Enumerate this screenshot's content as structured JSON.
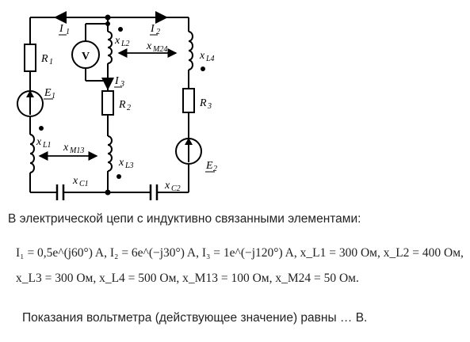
{
  "labels": {
    "I1": "I",
    "I1_sub": "1",
    "I2": "I",
    "I2_sub": "2",
    "I3": "I",
    "I3_sub": "3",
    "R1": "R",
    "R1_sub": "1",
    "R2": "R",
    "R2_sub": "2",
    "R3": "R",
    "R3_sub": "3",
    "E1": "E",
    "E1_sub": "1",
    "E2": "E",
    "E2_sub": "2",
    "xL1": "x",
    "xL1_sub": "L1",
    "xL2": "x",
    "xL2_sub": "L2",
    "xL3": "x",
    "xL3_sub": "L3",
    "xL4": "x",
    "xL4_sub": "L4",
    "xM13": "x",
    "xM13_sub": "M13",
    "xM24": "x",
    "xM24_sub": "M24",
    "xC1": "x",
    "xC1_sub": "C1",
    "xC2": "x",
    "xC2_sub": "C2",
    "voltmeter": "V"
  },
  "text": {
    "intro": "В электрической цепи с индуктивно связанными элементами:",
    "given1": "I₁ = 0,5e^(j60°) A,  I₂ = 6e^(−j30°) A,  I₃ = 1e^(−j120°) A,  x_L1 = 300 Ом,  x_L2 = 400 Ом,",
    "given2": "x_L3 = 300 Ом,  x_L4 = 500 Ом,  x_M13 = 100 Ом,  x_M24 = 50 Ом.",
    "question": "Показания вольтметра (действующее значение) равны … В."
  }
}
